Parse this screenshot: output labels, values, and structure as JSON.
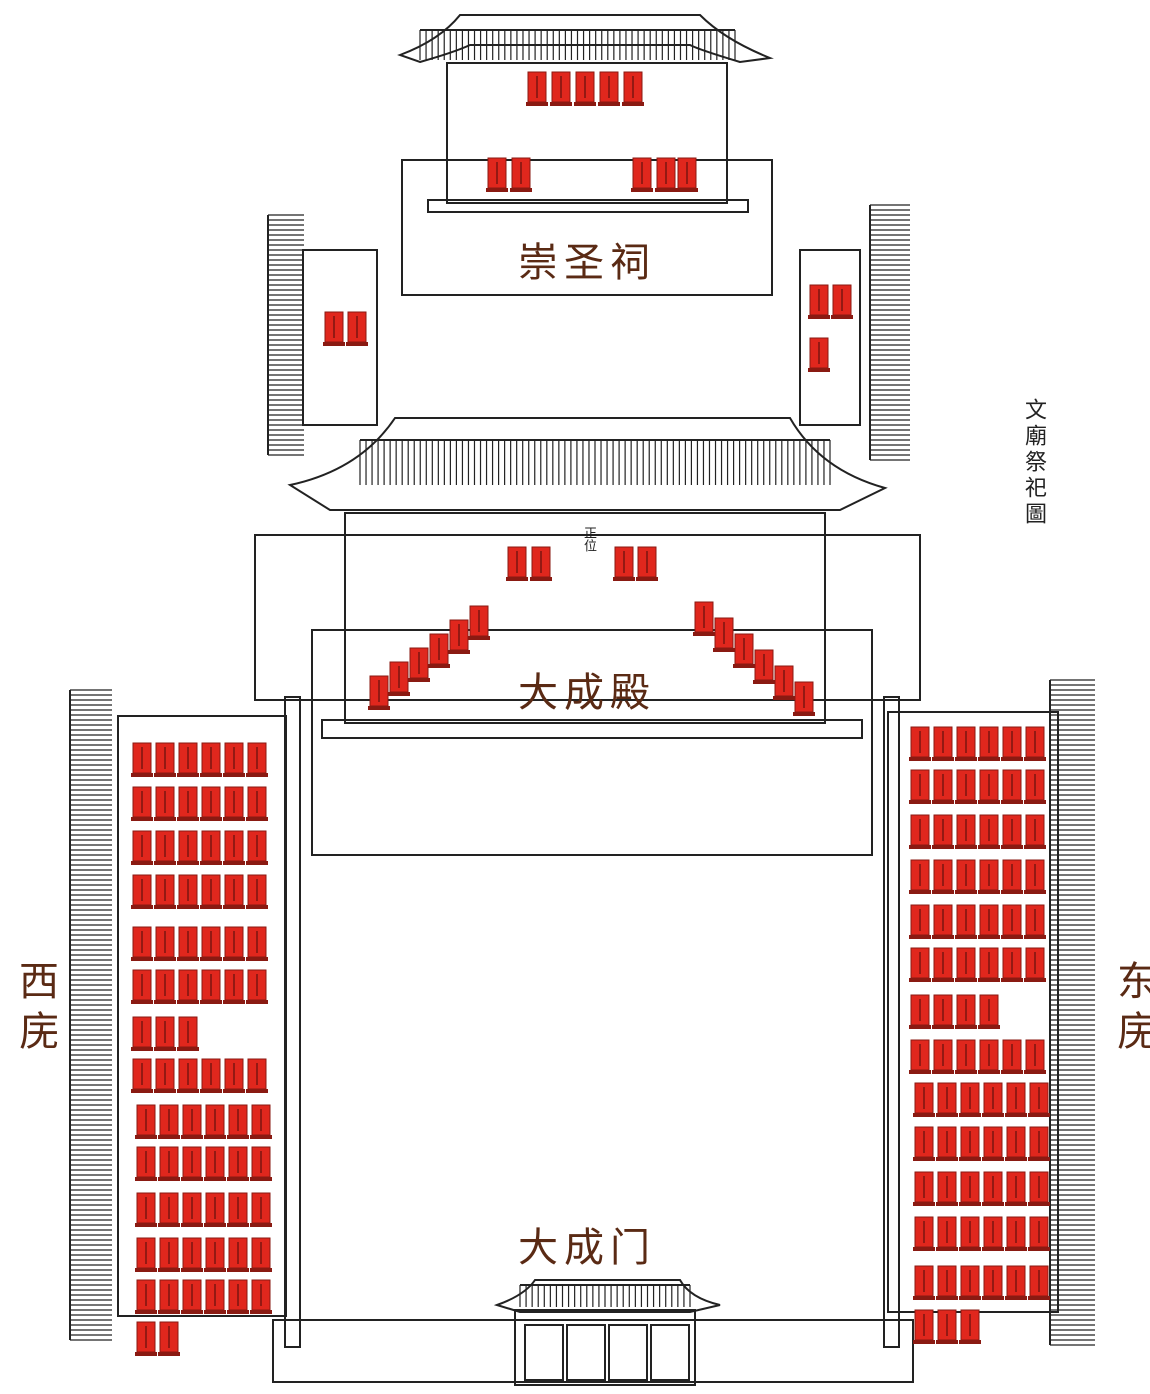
{
  "diagram": {
    "title": "文廟祭祀圖",
    "buildings": {
      "shrine": "崇圣祠",
      "main_hall": "大成殿",
      "main_hall_marker": "正位",
      "gate": "大成门",
      "west_wing": "西庑",
      "east_wing": "东庑"
    },
    "colors": {
      "label": "#5a2a14",
      "tablet_fill": "#e0271d",
      "tablet_border": "#8a1a12",
      "line": "#222222"
    }
  }
}
